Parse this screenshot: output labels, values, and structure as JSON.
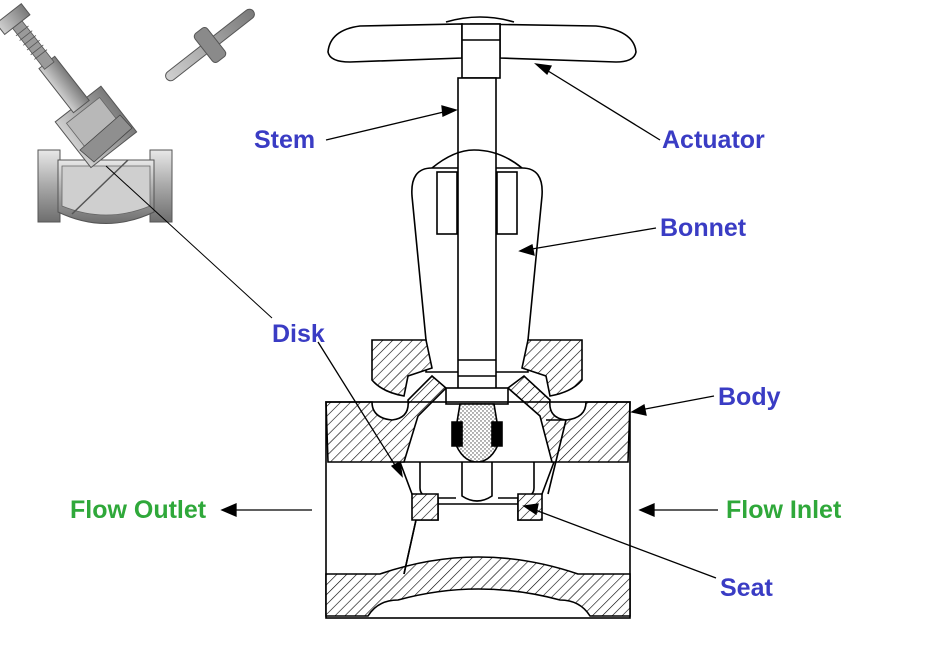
{
  "labels": {
    "stem": "Stem",
    "actuator": "Actuator",
    "bonnet": "Bonnet",
    "disk": "Disk",
    "body": "Body",
    "flow_outlet": "Flow Outlet",
    "flow_inlet": "Flow Inlet",
    "seat": "Seat"
  },
  "colors": {
    "part_label": "#3a3cc4",
    "flow_label": "#2fa83a",
    "line": "#000000"
  }
}
